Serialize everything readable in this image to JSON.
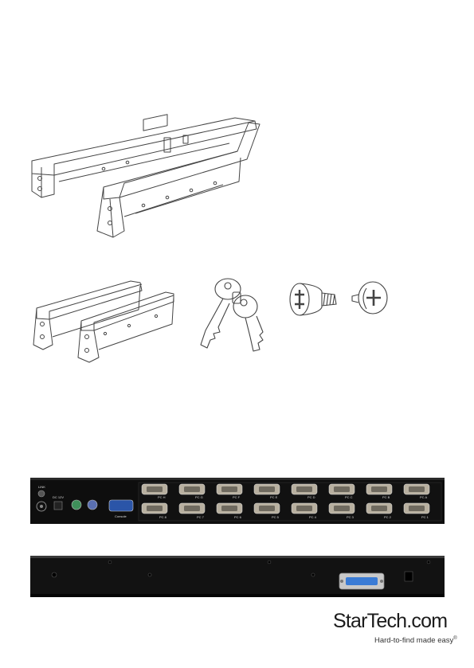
{
  "kvm_rear": {
    "ports_top": [
      "PC H",
      "PC G",
      "PC F",
      "PC E",
      "PC D",
      "PC C",
      "PC B",
      "PC A"
    ],
    "ports_bottom": [
      "PC 8",
      "PC 7",
      "PC 6",
      "PC 5",
      "PC 4",
      "PC 3",
      "PC 2",
      "PC 1"
    ],
    "console_label": "Console",
    "power_label": "DC 12V",
    "link_label": "LINK"
  },
  "logo": {
    "brand": "StarTech",
    "dotcom": ".com",
    "tagline": "Hard-to-find made easy",
    "trademark": "®"
  },
  "icons": {
    "rails": "rack-rail-icon",
    "keys": "key-icon",
    "screw": "screw-icon"
  }
}
